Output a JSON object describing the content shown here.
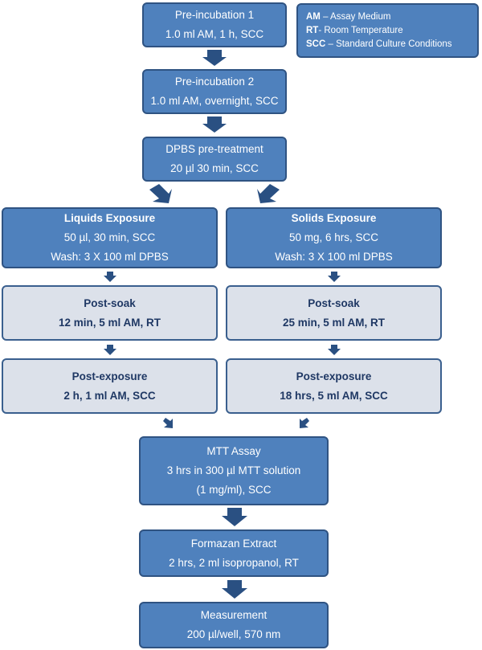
{
  "legend": [
    {
      "abbr": "AM",
      "desc": " – Assay Medium"
    },
    {
      "abbr": "RT",
      "desc": "- Room Temperature"
    },
    {
      "abbr": "SCC",
      "desc": " – Standard Culture Conditions"
    }
  ],
  "pre1": {
    "title": "Pre-incubation 1",
    "detail": "1.0 ml AM, 1 h, SCC"
  },
  "pre2": {
    "title": "Pre-incubation 2",
    "detail": "1.0 ml AM, overnight, SCC"
  },
  "dpbs": {
    "title": "DPBS pre-treatment",
    "detail": "20 µl 30 min, SCC"
  },
  "liquids": {
    "title": "Liquids Exposure",
    "detail": "50 µl, 30 min, SCC",
    "wash": "Wash: 3 X 100 ml DPBS"
  },
  "solids": {
    "title": "Solids Exposure",
    "detail": "50 mg, 6 hrs, SCC",
    "wash": "Wash: 3 X 100 ml DPBS"
  },
  "postsoak_left": {
    "title": "Post-soak",
    "detail": "12 min, 5 ml AM, RT"
  },
  "postsoak_right": {
    "title": "Post-soak",
    "detail": "25 min, 5 ml AM, RT"
  },
  "postexp_left": {
    "title": "Post-exposure",
    "detail": "2 h, 1 ml AM, SCC"
  },
  "postexp_right": {
    "title": "Post-exposure",
    "detail": "18 hrs, 5 ml AM, SCC"
  },
  "mtt": {
    "title": "MTT Assay",
    "line2": "3 hrs in 300 µl MTT solution",
    "line3": "(1 mg/ml), SCC"
  },
  "formazan": {
    "title": "Formazan Extract",
    "detail": "2 hrs, 2 ml isopropanol, RT"
  },
  "measurement": {
    "title": "Measurement",
    "detail": "200 µl/well, 570 nm"
  },
  "colors": {
    "box_fill": "#4f81bd",
    "box_border": "#2f5382",
    "light_fill": "#dce1ea",
    "arrow": "#2a5082"
  }
}
